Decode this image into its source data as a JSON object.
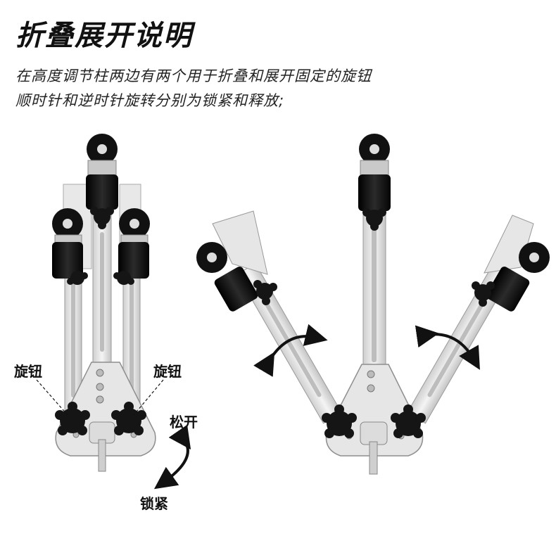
{
  "title": "折叠展开说明",
  "description": {
    "line1": "在高度调节柱两边有两个用于折叠和展开固定的旋钮",
    "line2": "顺时针和逆时针旋转分别为锁紧和释放;"
  },
  "labels": {
    "knob_left": "旋钮",
    "knob_right": "旋钮",
    "release": "松开",
    "lock": "锁紧"
  },
  "colors": {
    "frame": "#e2e2e2",
    "frame_edge": "#9a9a9a",
    "roller": "#111111",
    "text": "#111111"
  }
}
